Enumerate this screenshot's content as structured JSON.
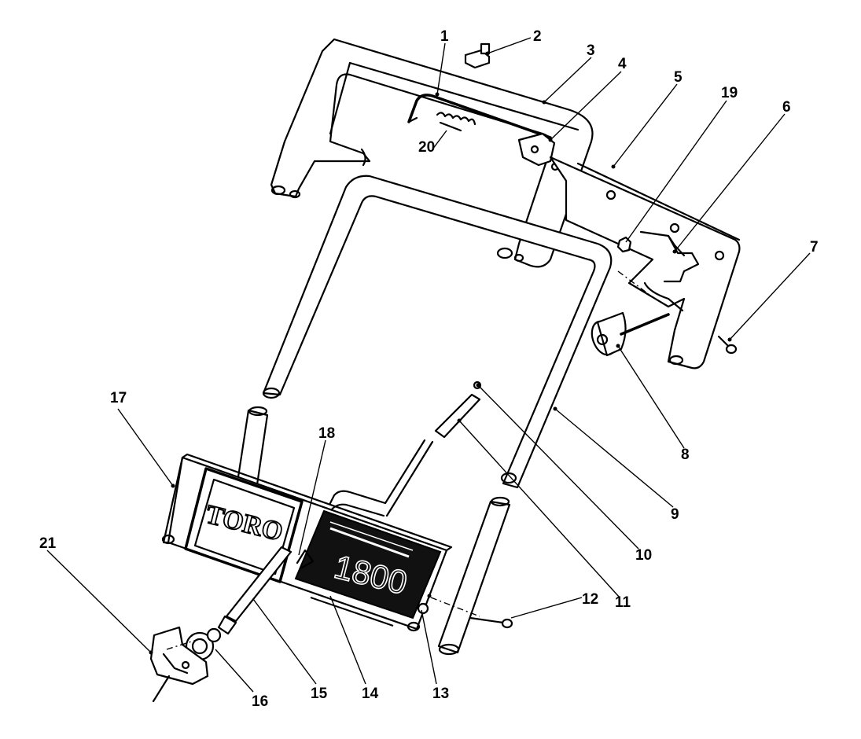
{
  "decals": {
    "brand": "TORO",
    "model": "1800"
  },
  "callouts": [
    "1",
    "2",
    "3",
    "4",
    "5",
    "6",
    "7",
    "8",
    "9",
    "10",
    "11",
    "12",
    "13",
    "14",
    "15",
    "16",
    "17",
    "18",
    "19",
    "20",
    "21"
  ]
}
